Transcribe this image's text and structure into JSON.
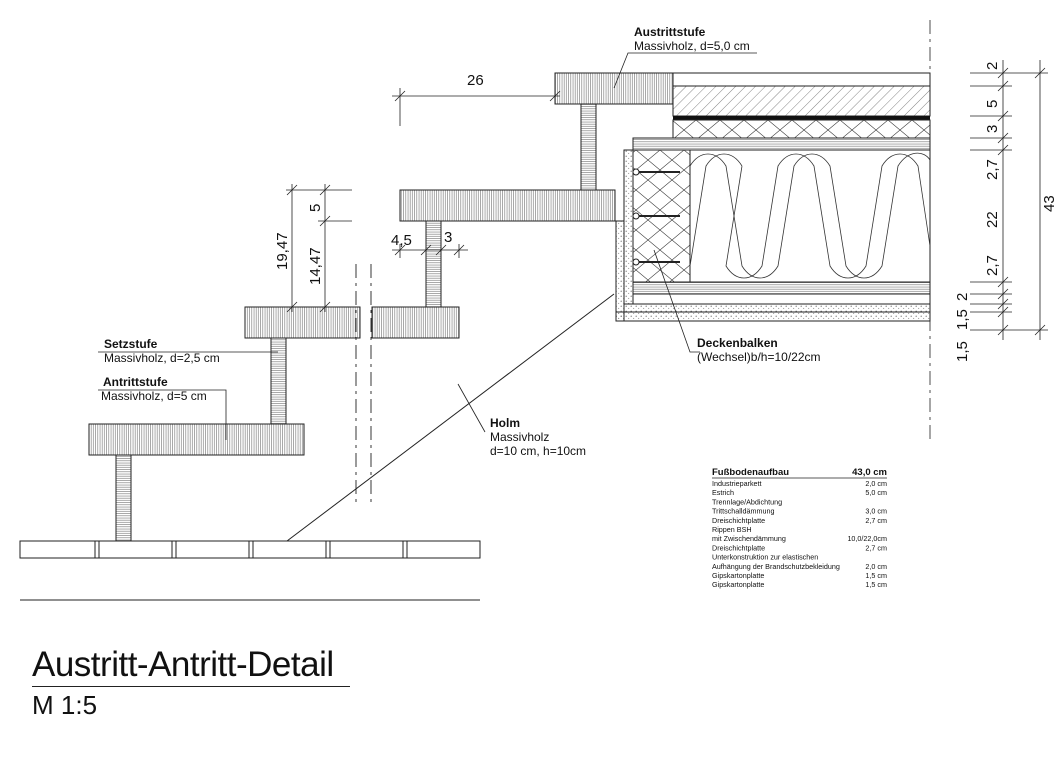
{
  "drawing": {
    "title": "Austritt-Antritt-Detail",
    "scale": "M 1:5"
  },
  "labels": {
    "austrittstufe": {
      "name": "Austrittstufe",
      "spec": "Massivholz, d=5,0 cm"
    },
    "setzstufe": {
      "name": "Setzstufe",
      "spec": "Massivholz, d=2,5 cm"
    },
    "antrittstufe": {
      "name": "Antrittstufe",
      "spec": "Massivholz, d=5 cm"
    },
    "holm": {
      "name": "Holm",
      "spec1": "Massivholz",
      "spec2": "d=10 cm, h=10cm"
    },
    "deckenbalken": {
      "name": "Deckenbalken",
      "spec": "(Wechsel)b/h=10/22cm"
    }
  },
  "dimensions": {
    "tread_depth": "26",
    "rise_total": "19,47",
    "rise_net": "14,47",
    "tread_thickness": "5",
    "setback_a": "4,5",
    "setback_b": "3",
    "floor_layers": [
      "2",
      "5",
      "3",
      "2,7",
      "22",
      "2,7",
      "2",
      "1,5",
      "1,5"
    ],
    "floor_total": "43"
  },
  "floor_table": {
    "title": "Fußbodenaufbau",
    "total": "43,0 cm",
    "rows": [
      {
        "layer": "Industrieparkett",
        "value": "2,0 cm"
      },
      {
        "layer": "Estrich",
        "value": "5,0 cm"
      },
      {
        "layer": "Trennlage/Abdichtung",
        "value": ""
      },
      {
        "layer": "Trittschalldämmung",
        "value": "3,0 cm"
      },
      {
        "layer": "Dreischichtplatte",
        "value": "2,7 cm"
      },
      {
        "layer": "Rippen BSH",
        "value": ""
      },
      {
        "layer": "mit Zwischendämmung",
        "value": "10,0/22,0cm"
      },
      {
        "layer": "Dreischichtplatte",
        "value": "2,7 cm"
      },
      {
        "layer": "Unterkonstruktion zur elastischen",
        "value": ""
      },
      {
        "layer": "Aufhängung der Brandschutzbekleidung",
        "value": "2,0 cm"
      },
      {
        "layer": "Gipskartonplatte",
        "value": "1,5 cm"
      },
      {
        "layer": "Gipskartonplatte",
        "value": "1,5 cm"
      }
    ]
  }
}
